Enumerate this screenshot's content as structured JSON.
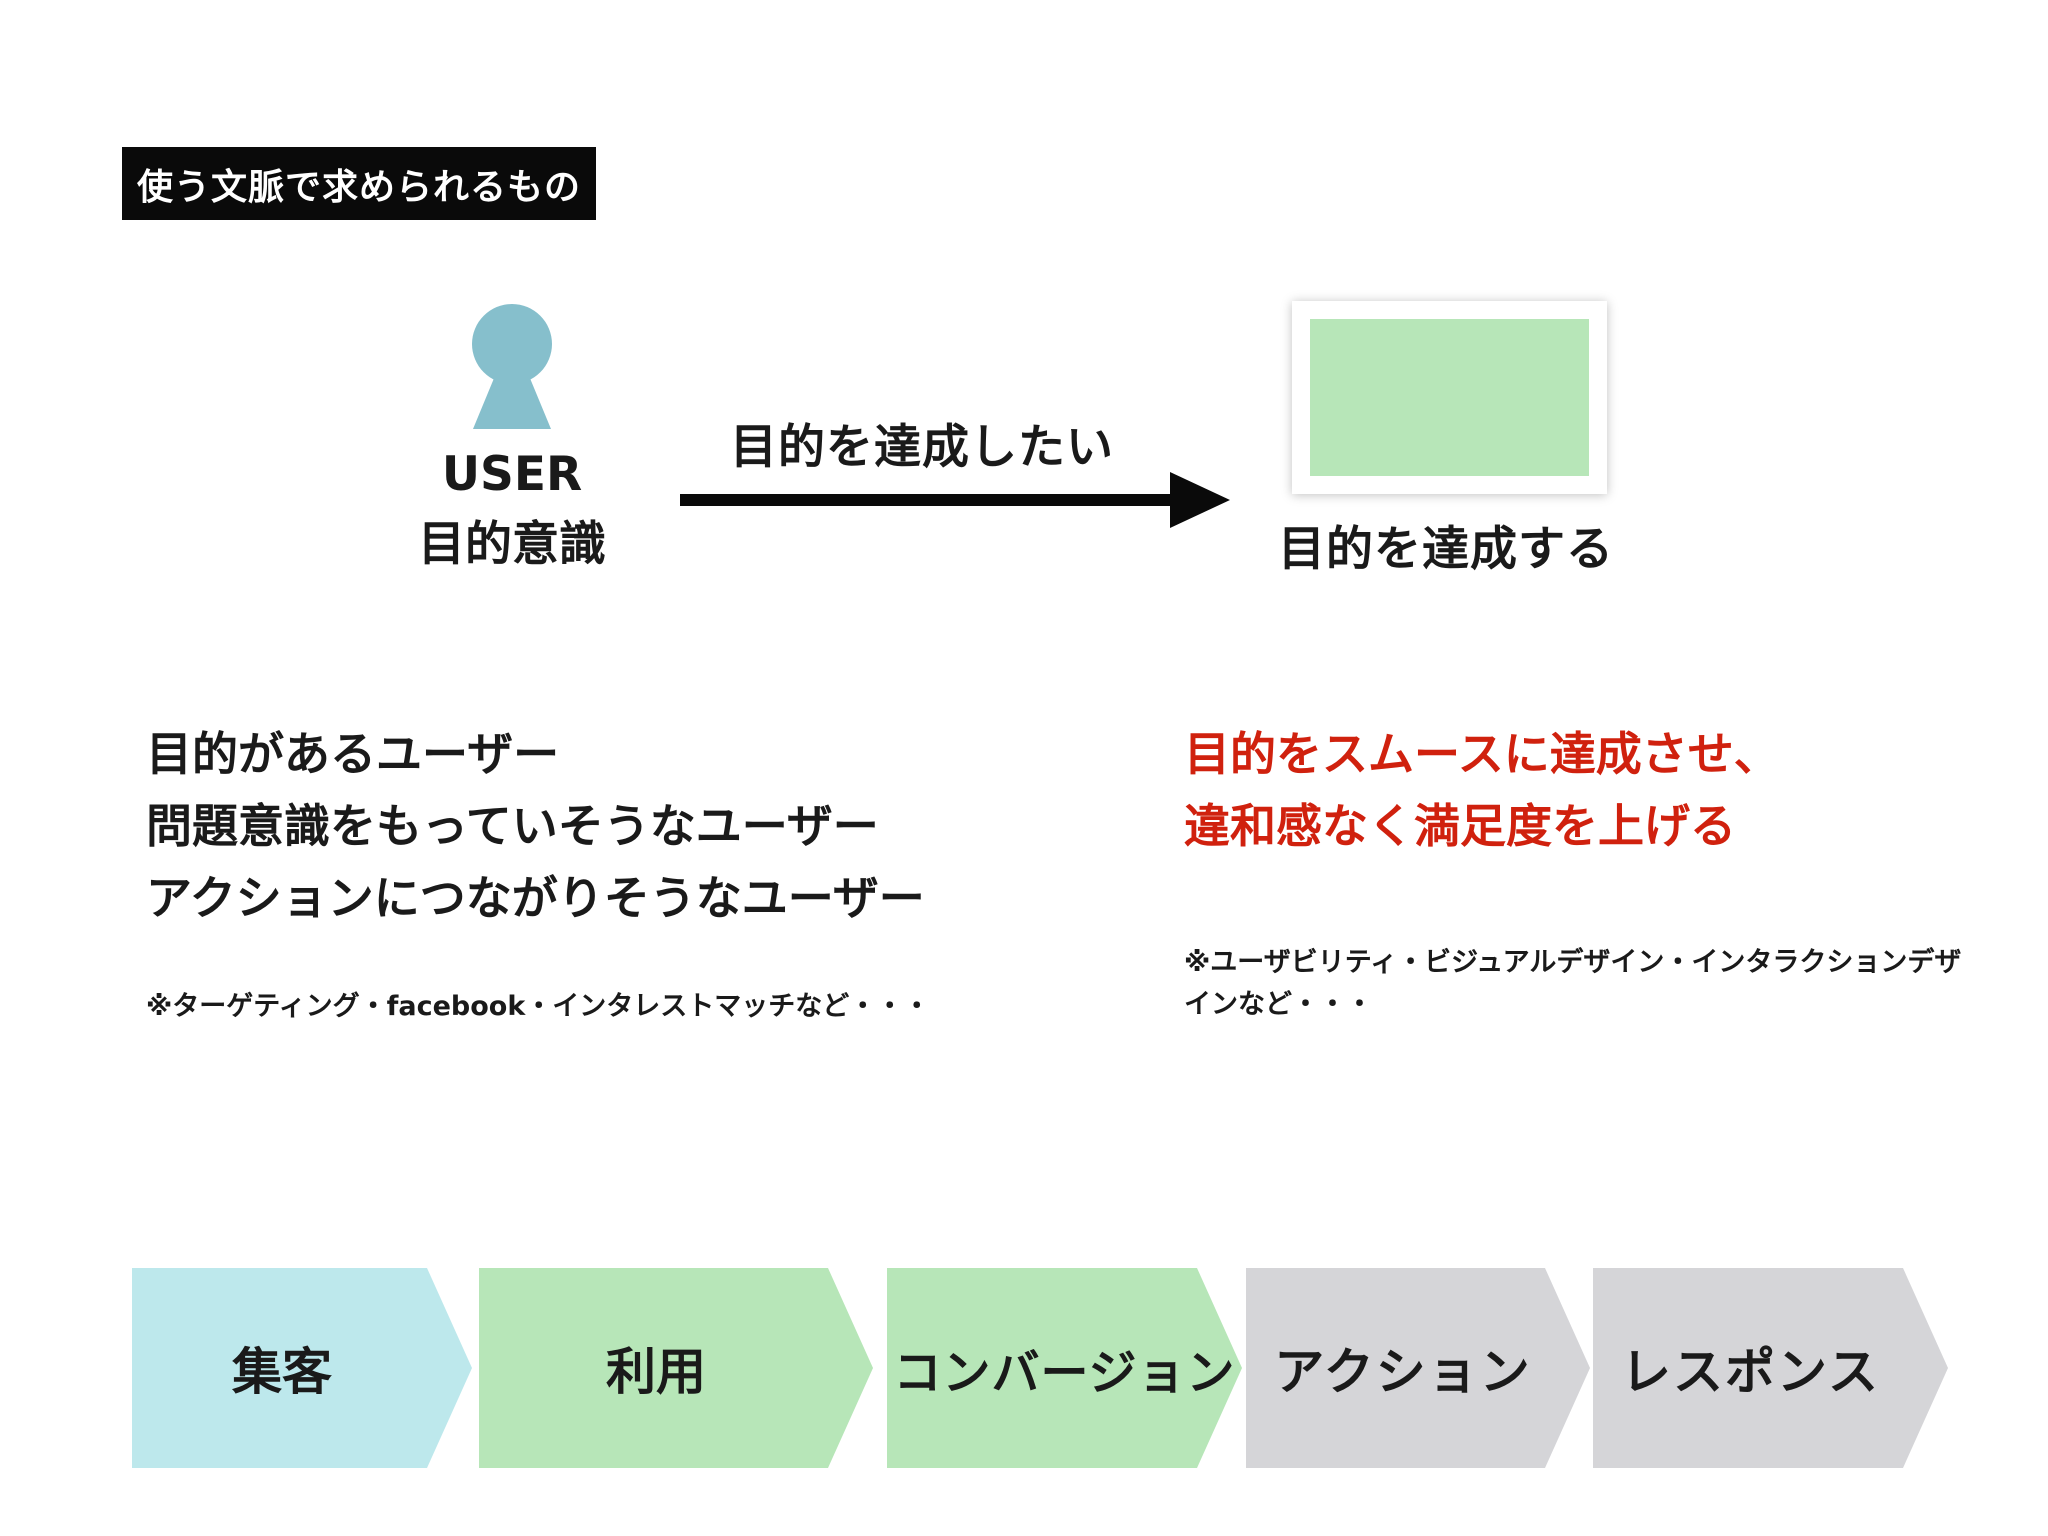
{
  "section_label": "使う文脈で求められるもの",
  "user": {
    "label_line1": "USER",
    "label_line2": "目的意識",
    "icon": "user-keyhole-icon"
  },
  "arrow_label": "目的を達成したい",
  "goal": {
    "label": "目的を達成する",
    "screen_color": "#b7e6b8"
  },
  "user_types": [
    "目的があるユーザー",
    "問題意識をもっていそうなユーザー",
    "アクションにつながりそうなユーザー"
  ],
  "note_left": "※ターゲティング・facebook・インタレストマッチなど・・・",
  "goal_description": [
    "目的をスムースに達成させ、",
    "違和感なく満足度を上げる"
  ],
  "note_right": [
    "※ユーザビリティ・ビジュアルデザイン・インタラクションデザ",
    "インなど・・・"
  ],
  "flow_steps": [
    {
      "label": "集客",
      "color": "#bde8ec"
    },
    {
      "label": "利用",
      "color": "#b7e6b8"
    },
    {
      "label": "コンバージョン",
      "color": "#b7e6b8"
    },
    {
      "label": "アクション",
      "color": "#d5d5d8"
    },
    {
      "label": "レスポンス",
      "color": "#d5d5d8"
    }
  ],
  "colors": {
    "accent_red": "#d0210e",
    "user_icon": "#86bfcc",
    "label_bg": "#0a0a0a"
  }
}
